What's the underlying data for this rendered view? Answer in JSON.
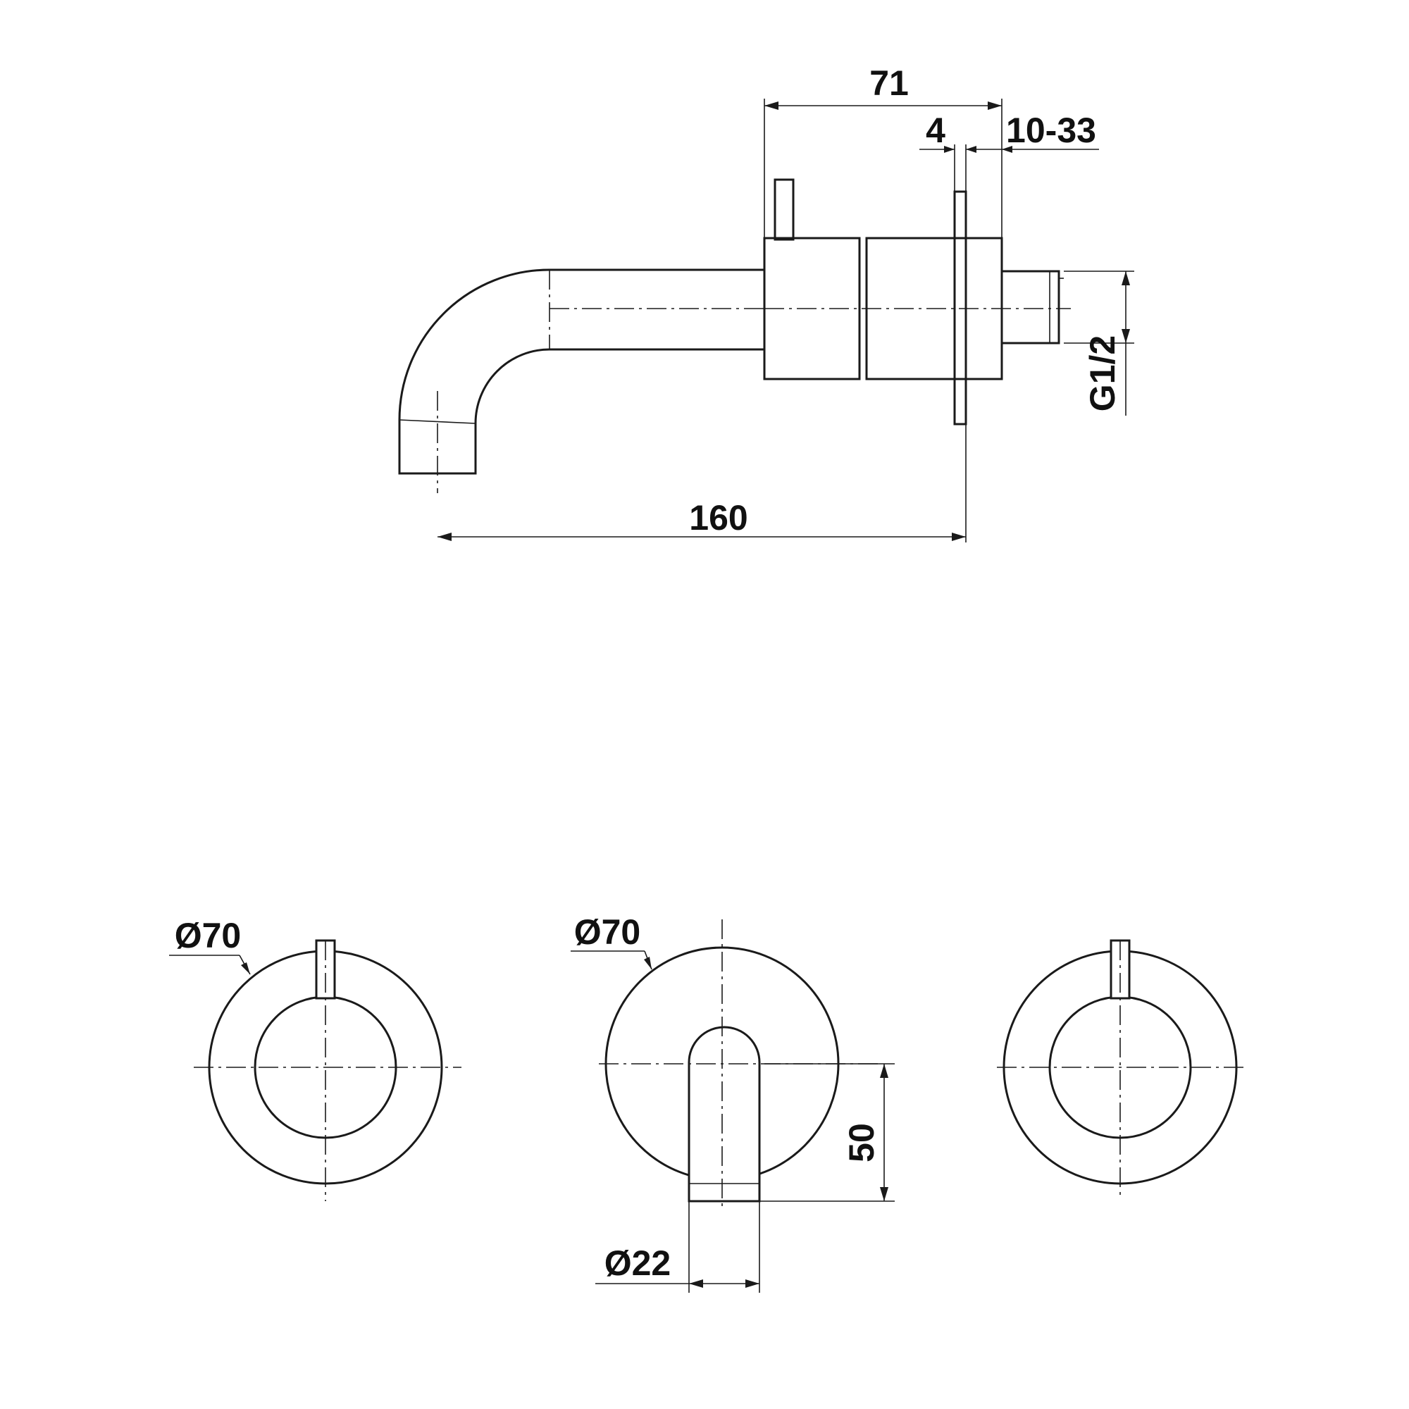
{
  "colors": {
    "line": "#1a1a1a",
    "text": "#111111",
    "background": "#ffffff"
  },
  "dimensions": {
    "side_depth": "71",
    "flange_thickness": "4",
    "wall_range": "10-33",
    "thread": "G1/2",
    "spout_projection": "160",
    "left_handle_diameter": "Ø70",
    "spout_plate_diameter": "Ø70",
    "spout_height": "50",
    "spout_diameter": "Ø22"
  }
}
